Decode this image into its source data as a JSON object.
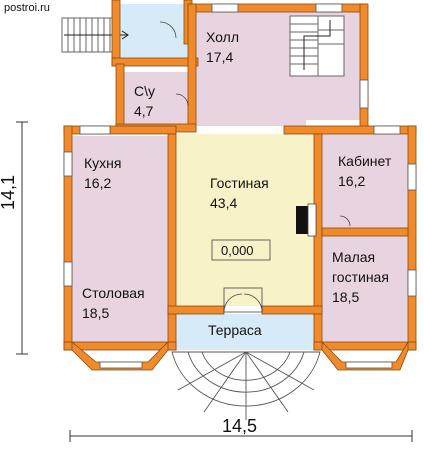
{
  "watermark": "postroi.ru",
  "dimensions": {
    "height": "14,1",
    "width": "14,5"
  },
  "rooms": [
    {
      "id": "hall",
      "name": "Холл",
      "area": "17,4"
    },
    {
      "id": "wc",
      "name": "С\\у",
      "area": "4,7"
    },
    {
      "id": "kitchen",
      "name": "Кухня",
      "area": "16,2"
    },
    {
      "id": "living",
      "name": "Гостиная",
      "area": "43,4"
    },
    {
      "id": "cabinet",
      "name": "Кабинет",
      "area": "16,2"
    },
    {
      "id": "small_living",
      "name": "Малая гостиная",
      "name_line1": "Малая",
      "name_line2": "гостиная",
      "area": "18,5"
    },
    {
      "id": "dining",
      "name": "Столовая",
      "area": "18,5"
    },
    {
      "id": "terrace",
      "name": "Терраса"
    }
  ],
  "level_mark": "0,000",
  "colors": {
    "wall": "#F08A2A",
    "wall_outline": "#8a4a10",
    "room_fill": "#E8D4E0",
    "living_fill": "#F8F2C8",
    "entry_fill": "#D6EAF8",
    "window": "#BFD9E8"
  }
}
